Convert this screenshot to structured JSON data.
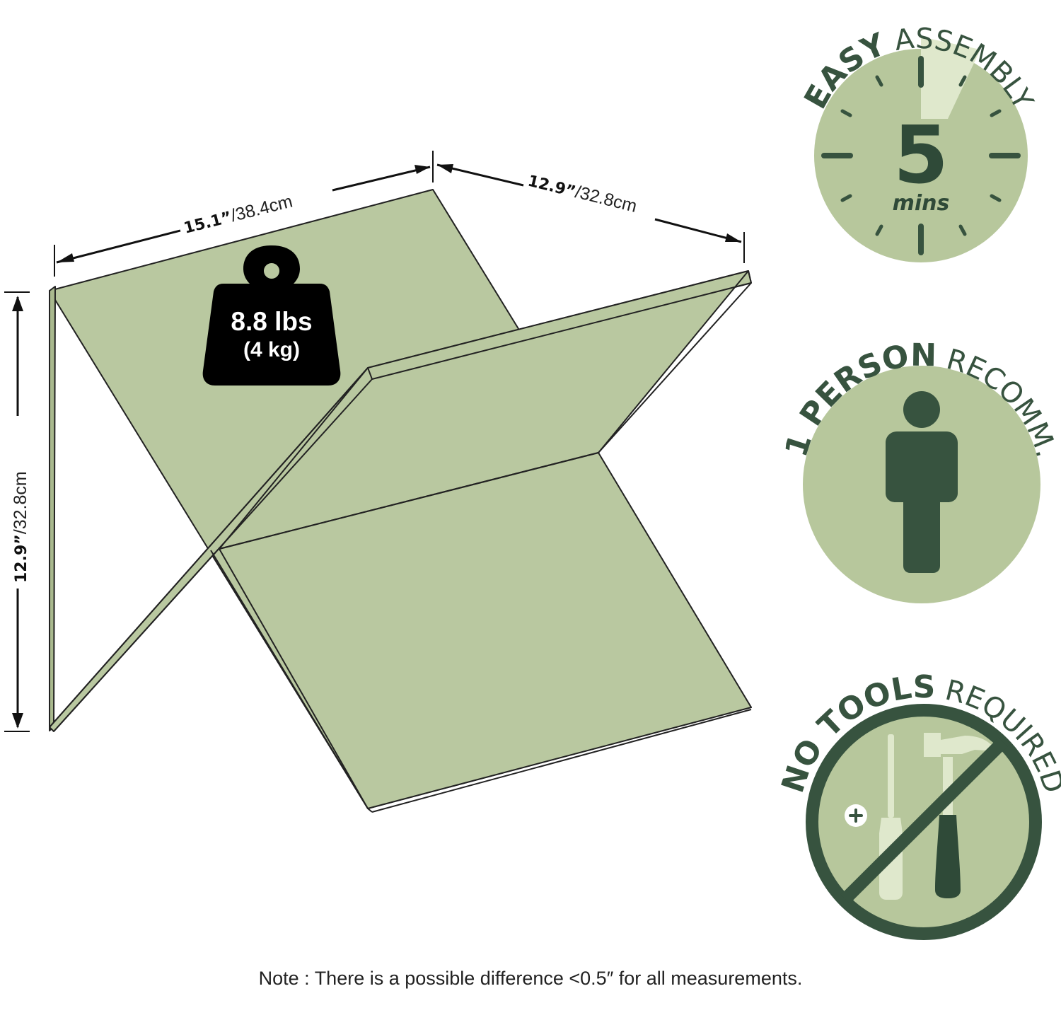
{
  "dimensions": {
    "width": {
      "bold": "15.1”",
      "rest": "/38.4cm"
    },
    "depth": {
      "bold": "12.9”",
      "rest": "/32.8cm"
    },
    "height": {
      "bold": "12.9”",
      "rest": "/32.8cm"
    }
  },
  "weight": {
    "primary": "8.8 lbs",
    "secondary": "(4 kg)"
  },
  "badges": {
    "assembly": {
      "bold": "EASY",
      "light": "ASSEMBLY",
      "time_value": "5",
      "time_unit": "mins"
    },
    "person": {
      "bold": "1 PERSON",
      "light": "RECOMM."
    },
    "tools": {
      "bold": "NO TOOLS",
      "light": "REQUIRED"
    }
  },
  "note": "Note : There is a possible difference <0.5″ for all measurements.",
  "colors": {
    "panel_fill": "#b9c8a0",
    "badge_circle": "#b7c79c",
    "dark_green": "#37533f",
    "light_green": "#dfe8cc",
    "outline": "#222222"
  }
}
